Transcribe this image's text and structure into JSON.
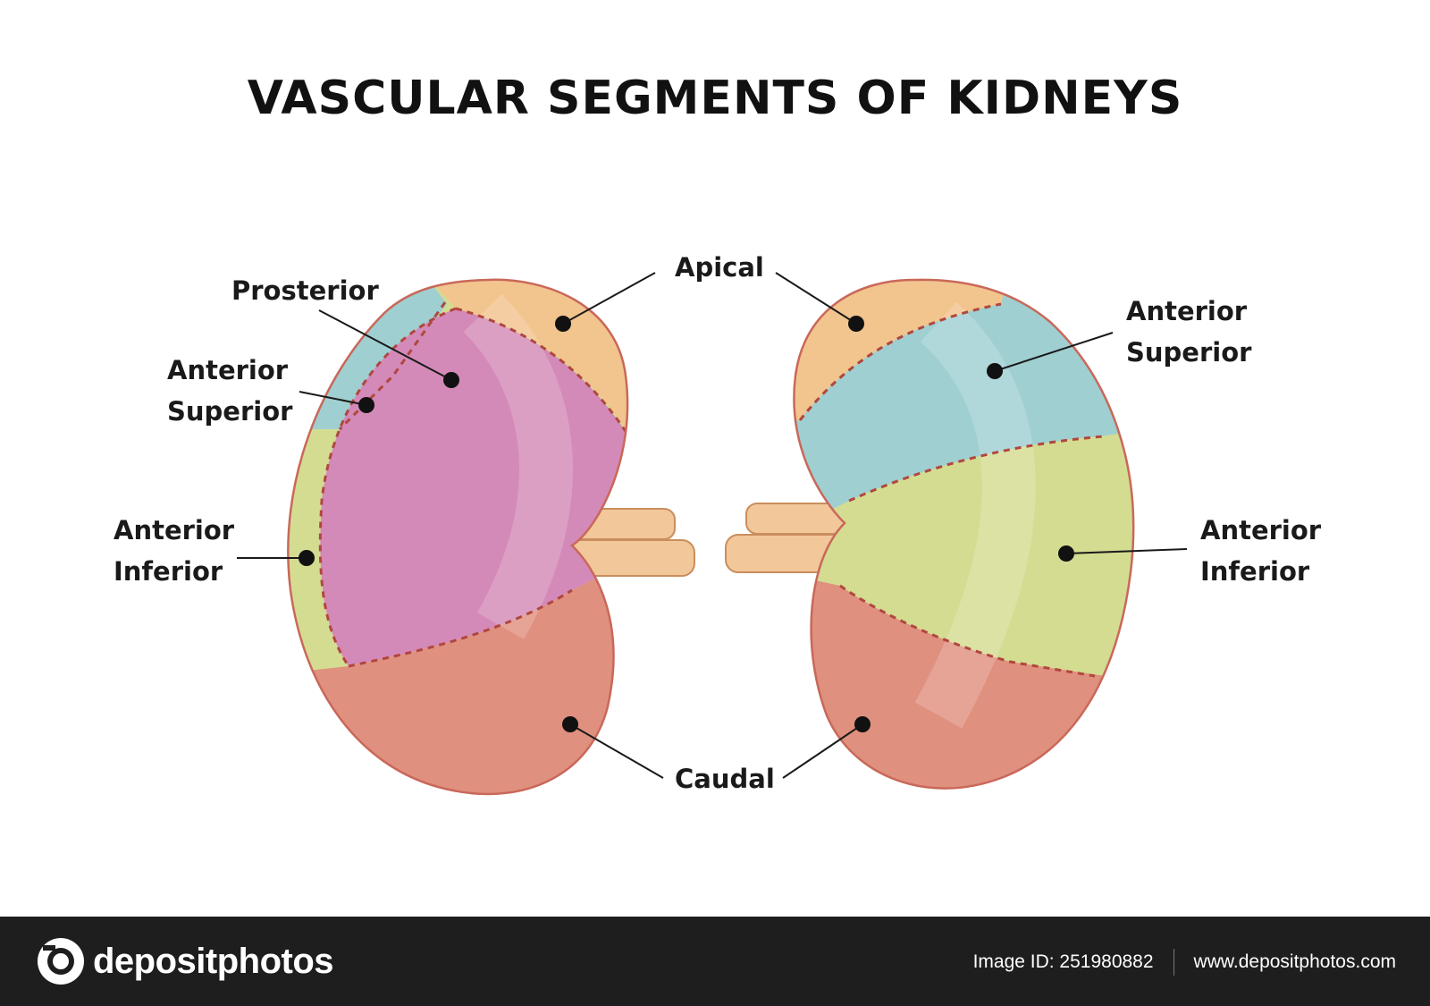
{
  "title": "VASCULAR SEGMENTS OF  KIDNEYS",
  "labels": {
    "apical": "Apical",
    "caudal": "Caudal",
    "left_posterior": "Prosterior",
    "left_anterior_superior_1": "Anterior",
    "left_anterior_superior_2": "Superior",
    "left_anterior_inferior_1": "Anterior",
    "left_anterior_inferior_2": "Inferior",
    "right_anterior_superior_1": "Anterior",
    "right_anterior_superior_2": "Superior",
    "right_anterior_inferior_1": "Anterior",
    "right_anterior_inferior_2": "Inferior"
  },
  "colors": {
    "apical": "#f2c48e",
    "posterior": "#d48ab8",
    "anterior_superior": "#9fcfd1",
    "anterior_inferior": "#d4dc91",
    "caudal": "#e0907e",
    "vessel": "#f2c79a",
    "outline": "#c9685a"
  },
  "footer": {
    "brand": "depositphotos",
    "image_id": "Image ID: 251980882",
    "site": "www.depositphotos.com"
  }
}
